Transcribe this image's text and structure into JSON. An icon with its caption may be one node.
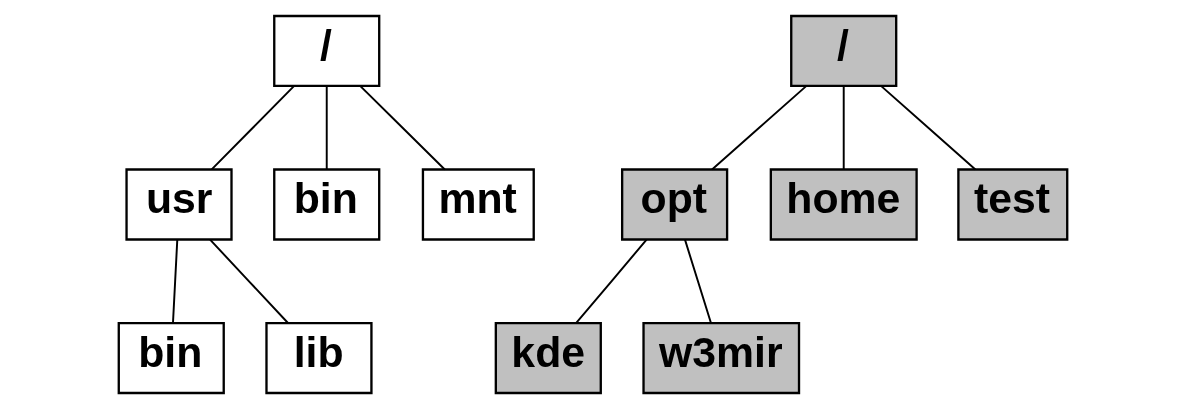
{
  "diagram": {
    "nodes": [
      {
        "text": [
          "/"
        ]
      },
      {
        "text": [
          "usr"
        ]
      },
      {
        "text": [
          "bin"
        ]
      },
      {
        "text": [
          "mnt"
        ]
      },
      {
        "text": [
          "bin"
        ]
      },
      {
        "text": [
          "lib"
        ]
      },
      {
        "text": [
          "/"
        ]
      },
      {
        "text": [
          "opt"
        ]
      },
      {
        "text": [
          "home"
        ]
      },
      {
        "text": [
          "test"
        ]
      },
      {
        "text": [
          "kde"
        ]
      },
      {
        "text": [
          "w3mir"
        ]
      }
    ],
    "edges": [
      {
        "from": 0,
        "to": 1,
        "arrow": "none"
      },
      {
        "from": 0,
        "to": 2,
        "arrow": "none"
      },
      {
        "from": 0,
        "to": 3,
        "arrow": "none"
      },
      {
        "from": 1,
        "to": 4,
        "arrow": "none"
      },
      {
        "from": 1,
        "to": 5,
        "arrow": "none"
      },
      {
        "from": 6,
        "to": 7,
        "arrow": "none"
      },
      {
        "from": 6,
        "to": 8,
        "arrow": "none"
      },
      {
        "from": 6,
        "to": 9,
        "arrow": "none"
      },
      {
        "from": 7,
        "to": 10,
        "arrow": "none"
      },
      {
        "from": 7,
        "to": 11,
        "arrow": "none"
      }
    ]
  }
}
